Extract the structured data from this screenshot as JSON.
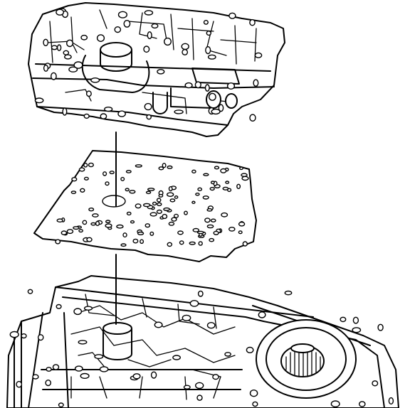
{
  "figure": {
    "kind": "exploded-view",
    "parts": [
      "valve-body",
      "spacer-plate",
      "transmission-case"
    ],
    "colors": {
      "ink": "#000000",
      "paper": "#ffffff"
    }
  }
}
